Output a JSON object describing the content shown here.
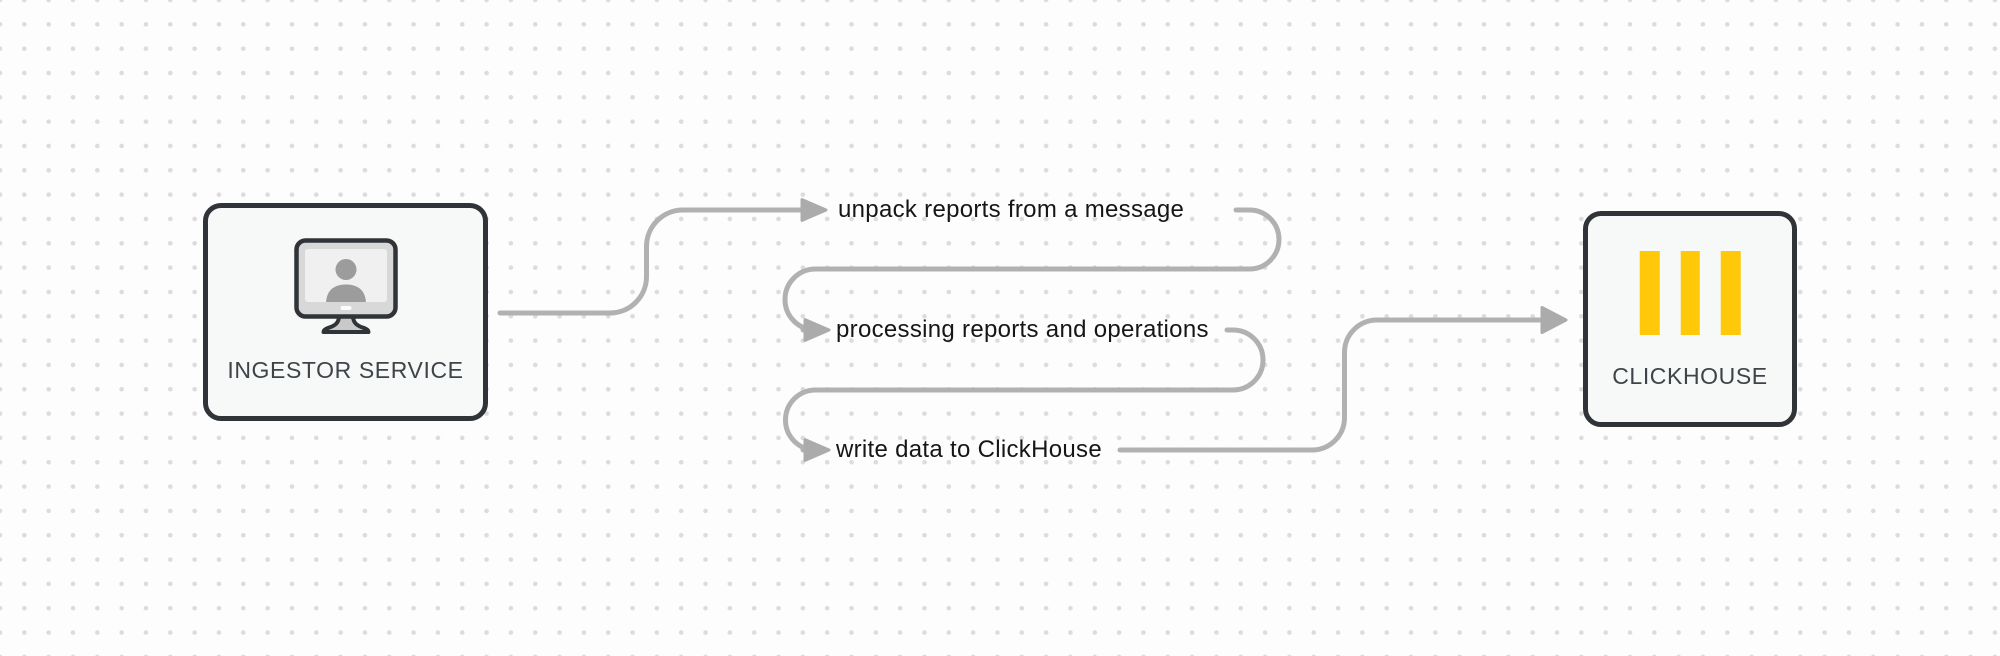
{
  "diagram": {
    "nodes": {
      "ingestor": {
        "label": "INGESTOR SERVICE",
        "icon": "monitor-user-icon"
      },
      "clickhouse": {
        "label": "CLICKHOUSE",
        "icon": "clickhouse-bars-icon"
      }
    },
    "steps": [
      {
        "label": "unpack reports from a message"
      },
      {
        "label": "processing reports and operations"
      },
      {
        "label": "write data to ClickHouse"
      }
    ]
  },
  "colors": {
    "background": "#fdfdfd",
    "grid-dot": "#dcdcdc",
    "connector": "#b1b1b1",
    "arrowhead": "#ababab",
    "node-border": "#303438",
    "node-fill": "#f7f8f8",
    "node-label": "#3f4449",
    "step-label": "#161616",
    "clickhouse-yellow": "#ffc808",
    "icon-gray": "#9c9c9c"
  }
}
